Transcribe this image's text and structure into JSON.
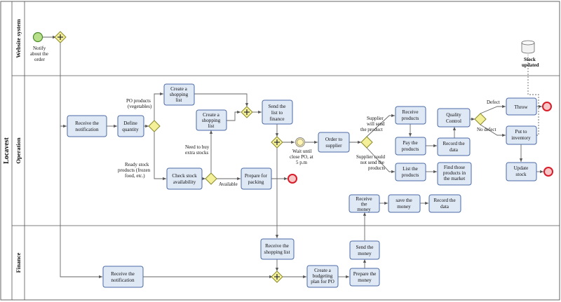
{
  "pool": {
    "name": "Locavest"
  },
  "lanes": {
    "website": "Website system",
    "operation": "Operation",
    "finance": "Finance"
  },
  "tasks": {
    "receive_notification_op": [
      "Receive the",
      "notification"
    ],
    "define_quantity": [
      "Define",
      "quantity"
    ],
    "create_list_top": [
      "Create a",
      "shopping",
      "list"
    ],
    "create_list_mid": [
      "Create a",
      "shopping",
      "list"
    ],
    "check_stock": [
      "Check stock",
      "availability"
    ],
    "prepare_packing": [
      "Prepare for",
      "packing"
    ],
    "send_list_finance": [
      "Send the",
      "list to",
      "finance"
    ],
    "order_supplier": [
      "Order to",
      "supplier"
    ],
    "receive_products": [
      "Receive",
      "products"
    ],
    "pay_products": [
      "Pay the",
      "products"
    ],
    "list_products": [
      "List the",
      "products"
    ],
    "quality_control": [
      "Quality",
      "Control"
    ],
    "record_data_1": [
      "Record the",
      "data"
    ],
    "find_products": [
      "Find those",
      "products in",
      "the market"
    ],
    "throw": [
      "Throw"
    ],
    "put_inventory": [
      "Put to",
      "inventory"
    ],
    "update_stock": [
      "Update",
      "stock"
    ],
    "receive_money": [
      "Receive",
      "the",
      "money"
    ],
    "save_money": [
      "save the",
      "money"
    ],
    "record_data_2": [
      "Record the",
      "data"
    ],
    "receive_notification_fin": [
      "Receive the",
      "notification"
    ],
    "receive_shopping_list": [
      "Receive the",
      "shopping list"
    ],
    "budget_plan": [
      "Create a",
      "budgeting",
      "plan for PO"
    ],
    "prepare_money": [
      "Prepare the",
      "money"
    ],
    "send_money": [
      "Send the",
      "money"
    ]
  },
  "labels": {
    "notify": [
      "Notify",
      "about the",
      "order"
    ],
    "po_products": [
      "PO products",
      "(vegetables)"
    ],
    "ready_stock": [
      "Ready stock",
      "products (frozen",
      "food, etc.)"
    ],
    "need_extra": [
      "Need to buy",
      "extra stocks"
    ],
    "available": [
      "Available"
    ],
    "wait": [
      "Wait until",
      "close PO, at",
      "5 p.m"
    ],
    "supplier_will": [
      "Supplier",
      "will send",
      "the product"
    ],
    "supplier_couldnot": [
      "Supplier could",
      "not send the",
      "products"
    ],
    "defect": [
      "Defect"
    ],
    "no_defect": [
      "No defect"
    ],
    "stock_updated": [
      "Stock",
      "updated"
    ]
  },
  "colors": {
    "task_fill": "#dfe8f5",
    "task_stroke": "#4a6aa5",
    "gateway_fill": "#f4f09a",
    "start_fill": "#b8e08a",
    "end_stroke": "#d81c2a",
    "end_fill": "#f7c6c6"
  }
}
